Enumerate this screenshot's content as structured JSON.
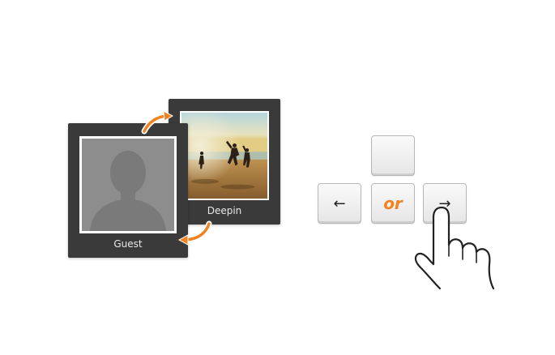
{
  "cards": {
    "deepin": {
      "label": "Deepin"
    },
    "guest": {
      "label": "Guest"
    }
  },
  "keys": {
    "left_glyph": "←",
    "middle_text": "or",
    "right_glyph": "→"
  },
  "colors": {
    "card_bg": "#3a3a3a",
    "arrow_accent": "#f08321",
    "or_text": "#f08321"
  },
  "icons": {
    "avatar": "default-user-silhouette-icon",
    "photo": "beach-jump-photo",
    "swap_top": "curved-arrow-right-icon",
    "swap_bottom": "curved-arrow-left-icon",
    "pointer": "hand-pointer-icon"
  }
}
